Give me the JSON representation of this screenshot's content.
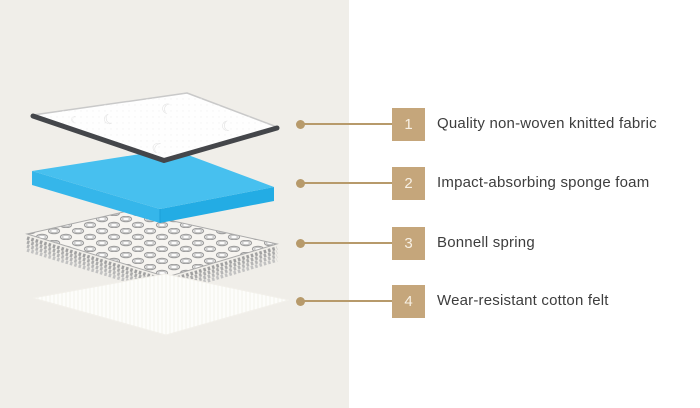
{
  "legend": {
    "items": [
      {
        "number": "1",
        "label": "Quality non-woven knitted fabric"
      },
      {
        "number": "2",
        "label": "Impact-absorbing sponge foam"
      },
      {
        "number": "3",
        "label": "Bonnell spring"
      },
      {
        "number": "4",
        "label": "Wear-resistant cotton felt"
      }
    ]
  },
  "diagram": {
    "layers": [
      "quilted knitted fabric top",
      "blue sponge foam block",
      "bonnell spring coil grid",
      "white cotton felt sheet"
    ]
  },
  "colors": {
    "background_left": "#f0eee9",
    "background_right": "#ffffff",
    "badge_bg": "#c5a67b",
    "badge_text": "#f8f1e5",
    "connector": "#b79a6b",
    "label_text": "#3d3d3d",
    "foam_top": "#47c0ef",
    "foam_side_left": "#35b6ea",
    "foam_side_right": "#23ace4",
    "fabric_edge": "#44464a",
    "spring_gray": "#9e9e9e",
    "felt_white": "#fdfdfb"
  }
}
